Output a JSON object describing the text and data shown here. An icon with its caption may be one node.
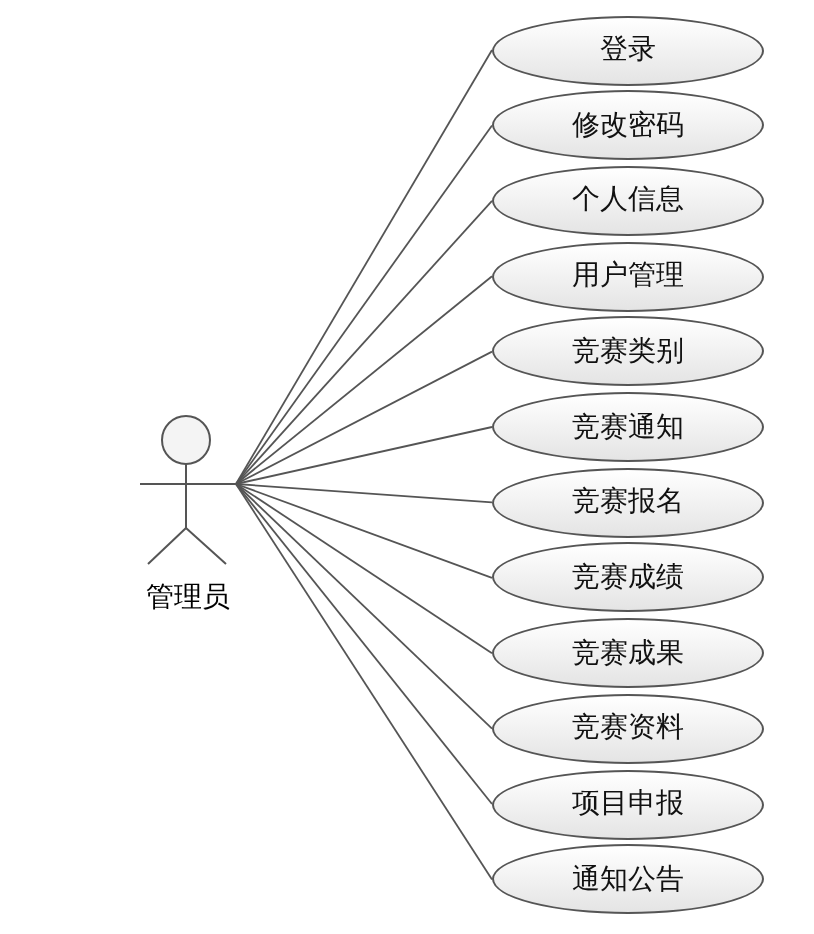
{
  "diagram": {
    "nodes": [
      {
        "text": [
          "管理员"
        ]
      },
      {
        "text": [
          "登录"
        ]
      },
      {
        "text": [
          "修改密码"
        ]
      },
      {
        "text": [
          "个人信息"
        ]
      },
      {
        "text": [
          "用户管理"
        ]
      },
      {
        "text": [
          "竞赛类别"
        ]
      },
      {
        "text": [
          "竞赛通知"
        ]
      },
      {
        "text": [
          "竞赛报名"
        ]
      },
      {
        "text": [
          "竞赛成绩"
        ]
      },
      {
        "text": [
          "竞赛成果"
        ]
      },
      {
        "text": [
          "竞赛资料"
        ]
      },
      {
        "text": [
          "项目申报"
        ]
      },
      {
        "text": [
          "通知公告"
        ]
      }
    ],
    "edges": [
      {
        "from": 0,
        "to": 1,
        "arrow": "none"
      },
      {
        "from": 0,
        "to": 2,
        "arrow": "none"
      },
      {
        "from": 0,
        "to": 3,
        "arrow": "none"
      },
      {
        "from": 0,
        "to": 4,
        "arrow": "none"
      },
      {
        "from": 0,
        "to": 5,
        "arrow": "none"
      },
      {
        "from": 0,
        "to": 6,
        "arrow": "none"
      },
      {
        "from": 0,
        "to": 7,
        "arrow": "none"
      },
      {
        "from": 0,
        "to": 8,
        "arrow": "none"
      },
      {
        "from": 0,
        "to": 9,
        "arrow": "none"
      },
      {
        "from": 0,
        "to": 10,
        "arrow": "none"
      },
      {
        "from": 0,
        "to": 11,
        "arrow": "none"
      },
      {
        "from": 0,
        "to": 12,
        "arrow": "none"
      }
    ]
  }
}
